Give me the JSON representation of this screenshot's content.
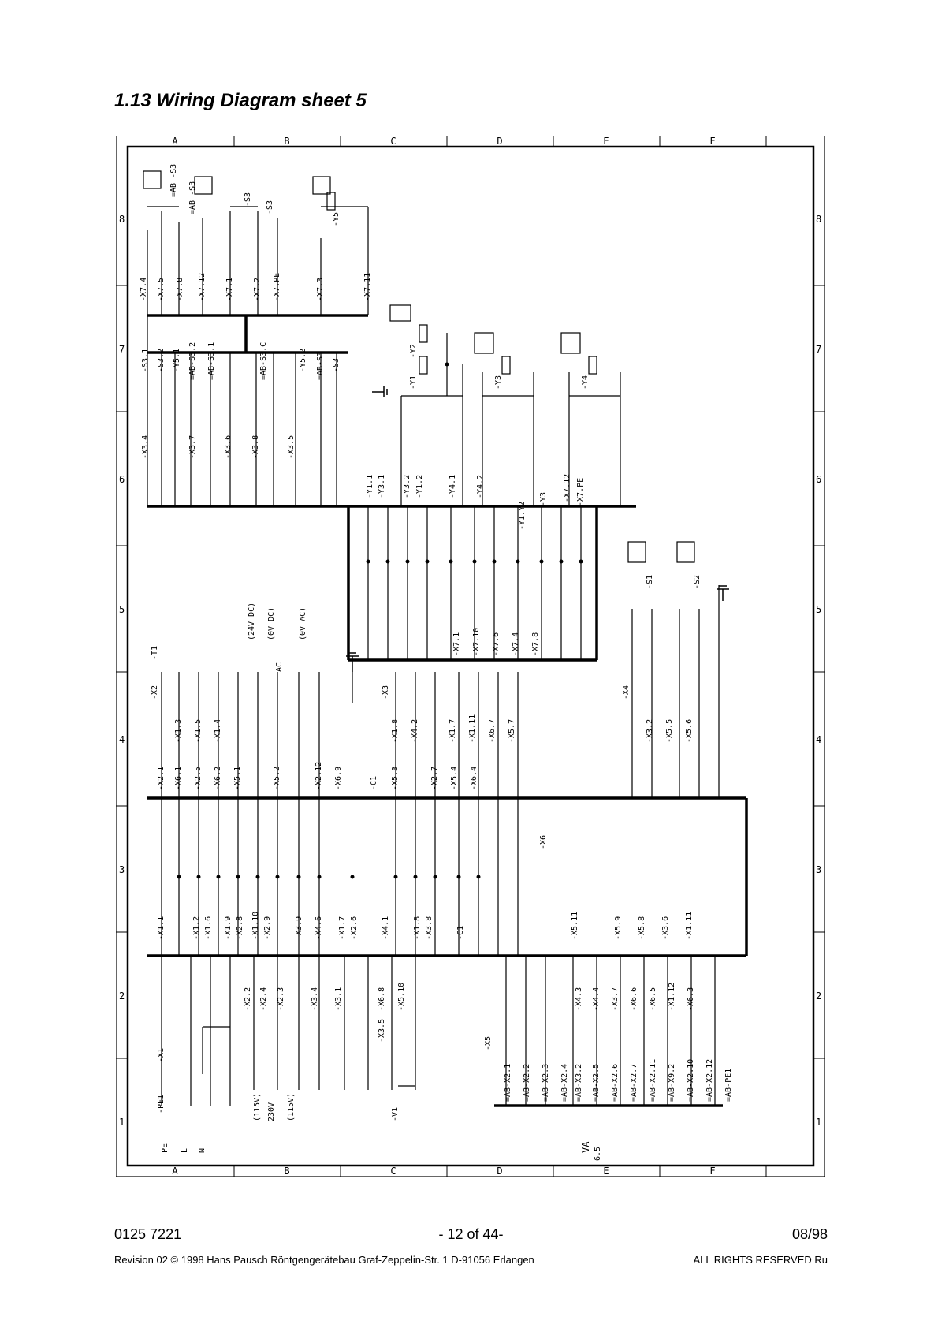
{
  "heading": "1.13 Wiring Diagram sheet 5",
  "diagram": {
    "zones_columns": [
      "A",
      "B",
      "C",
      "D",
      "E",
      "F"
    ],
    "zones_rows": [
      "1",
      "2",
      "3",
      "4",
      "5",
      "6",
      "7",
      "8"
    ],
    "top_labels": [
      "-X7.4",
      "-X7.5",
      "-X7.8",
      "-X7.12",
      "-X7.1",
      "-X7.2",
      "-X7.PE",
      "-X7.3",
      "-X7.11"
    ],
    "top_refs": [
      "=AB -S3",
      "=AB -S3",
      "-S3",
      "-S3",
      "-Y5"
    ],
    "x7_block": [
      "-S3.1",
      "-S3.2",
      "-Y5.1",
      "=AB-S3.2",
      "=AB-S3.1",
      "=AB-S3.C",
      "-Y5.2",
      "=AB-S3",
      "-S3"
    ],
    "x3_left": [
      "-X3.4",
      "-X3.7",
      "-X3.6",
      "-X3.8",
      "-X3.5"
    ],
    "y_refs": [
      "-Y2",
      "-Y1",
      "-Y3",
      "-Y4"
    ],
    "mid_block": [
      "-Y1.1",
      "-Y3.1",
      "-Y3.2",
      "-Y1.2",
      "-Y4.1",
      "-Y4.2",
      "-Y1.Y2",
      "-Y3",
      "-X7.12",
      "-X7.PE"
    ],
    "x2_labels": [
      "-T1",
      "-X2",
      "(24V DC)",
      "(0V DC)",
      "AC",
      "(0V AC)"
    ],
    "x3_labels": [
      "-X3",
      "-X7.1",
      "-X7.10",
      "-X7.6",
      "-X7.4",
      "-X7.8"
    ],
    "s_refs": [
      "-S1",
      "-S2",
      "-X4"
    ],
    "col_lower": [
      "-X1.3",
      "-X1.5",
      "-X1.4",
      "-X1.8",
      "-X4.2",
      "-X1.7",
      "-X1.11",
      "-X6.7",
      "-X5.7",
      "-X3.2",
      "-X5.5",
      "-X5.6"
    ],
    "main_block": [
      "-X2.1",
      "-X6.1",
      "-X2.5",
      "-X6.2",
      "-X5.1",
      "-X5.2",
      "-X2.12",
      "-X6.9",
      "-C1",
      "-X5.3",
      "-X2.7",
      "-X5.4",
      "-X6.4"
    ],
    "lower_block": [
      "-X1.1",
      "-X1.2",
      "-X1.6",
      "-X1.9",
      "-X2.8",
      "-X1.10",
      "-X2.9",
      "-X3.9",
      "-X4.6",
      "-X1.7",
      "-X2.6",
      "-X4.1",
      "-X1.8",
      "-X3.8",
      "-C1",
      "-X6",
      "-X5.11",
      "-X5.9",
      "-X5.8",
      "-X3.6",
      "-X1.11"
    ],
    "bottom_left": [
      "-PE1",
      "-X1",
      "PE",
      "L",
      "N",
      "(115V)",
      "230V",
      "(115V)",
      "-V1",
      "-X2.2",
      "-X2.4",
      "-X2.3",
      "-X3.4",
      "-X3.1",
      "-X3.5",
      "-X6.8",
      "-X5.10"
    ],
    "bottom_right": [
      "-X5",
      "=AB-X2.1",
      "=AB-X2.2",
      "=AB-X2.3",
      "=AB-X2.4",
      "=AB-X3.2",
      "=AB-X2.5",
      "=AB-X2.6",
      "=AB-X2.7",
      "=AB-X2.11",
      "=AB-X9.2",
      "=AB-X2.10",
      "=AB-X2.12",
      "=AB-PE1",
      "-X4.3",
      "-X4.4",
      "-X3.7",
      "-X6.6",
      "-X6.5",
      "-X1.12",
      "-X6.3"
    ],
    "va_label": "VA",
    "va_ref": "6.5"
  },
  "footer": {
    "doc_number": "0125 7221",
    "page": "- 12 of 44-",
    "date": "08/98",
    "revision_line": "Revision  02 © 1998  Hans Pausch  Röntgengerätebau  Graf-Zeppelin-Str. 1  D-91056   Erlangen",
    "rights": "ALL RIGHTS RESERVED Ru"
  }
}
